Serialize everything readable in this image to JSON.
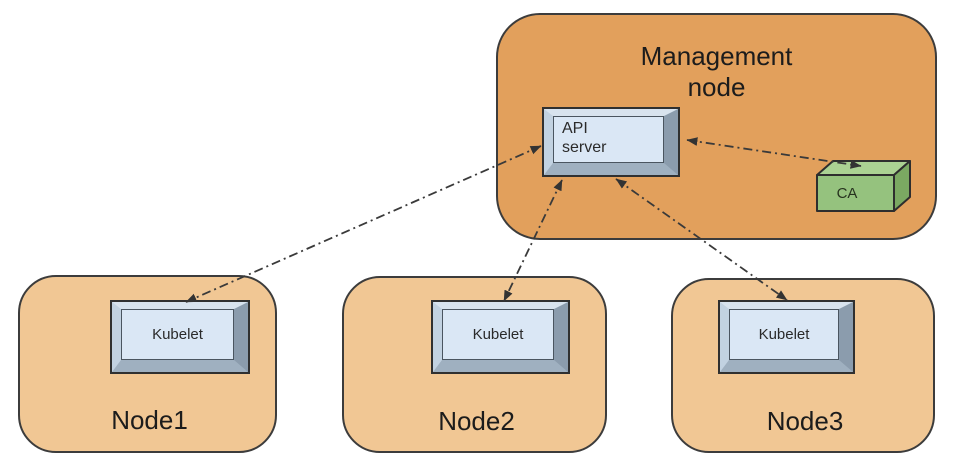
{
  "management": {
    "title": "Management\nnode",
    "api_server_label": "API\nserver",
    "ca_label": "CA"
  },
  "nodes": [
    {
      "label": "Node1",
      "component": "Kubelet"
    },
    {
      "label": "Node2",
      "component": "Kubelet"
    },
    {
      "label": "Node3",
      "component": "Kubelet"
    }
  ],
  "connectors": [
    {
      "from": "API server",
      "to": "Kubelet (Node1)",
      "style": "dash-dot",
      "bidirectional": true
    },
    {
      "from": "API server",
      "to": "Kubelet (Node2)",
      "style": "dash-dot",
      "bidirectional": true
    },
    {
      "from": "API server",
      "to": "Kubelet (Node3)",
      "style": "dash-dot",
      "bidirectional": true
    },
    {
      "from": "API server",
      "to": "CA",
      "style": "dash-dot",
      "bidirectional": true
    }
  ],
  "colors": {
    "management_fill": "#e2a05c",
    "node_fill": "#f1c794",
    "component_face": "#dae7f5",
    "ca_front": "#95c27e",
    "ca_top": "#abd293",
    "ca_side": "#7ba962",
    "outline": "#3c3c3c",
    "connector_line": "#3a3a3a",
    "text": "#1c1c1c"
  }
}
